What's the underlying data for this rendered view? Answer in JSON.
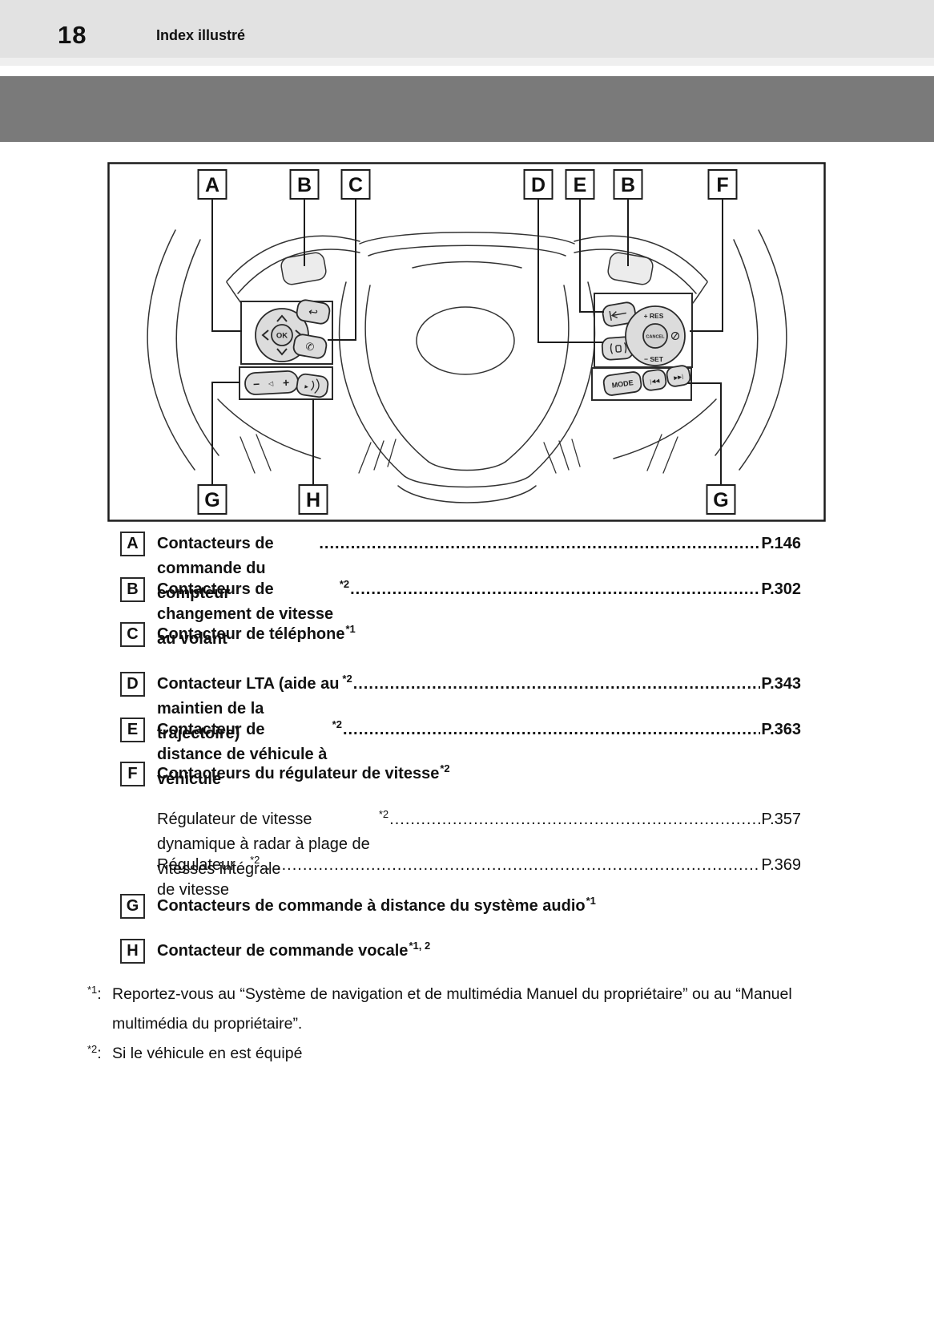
{
  "header": {
    "page_number": "18",
    "title": "Index illustré"
  },
  "diagram": {
    "callouts_top": [
      "A",
      "B",
      "C",
      "D",
      "E",
      "B",
      "F"
    ],
    "callouts_bottom": [
      "G",
      "H",
      "G"
    ],
    "buttons": {
      "ok": "OK",
      "res": "+ RES",
      "cancel": "CANCEL",
      "set": "− SET",
      "mode": "MODE",
      "minus": "−",
      "plus": "+",
      "seek_back": "|◀◀",
      "seek_forward": "▶▶|"
    },
    "icons": {
      "back": "↩",
      "phone": "✆",
      "speaker": "◁",
      "voice_arrow": "▸"
    }
  },
  "index_items": [
    {
      "letter": "A",
      "label": "Contacteurs de commande du compteur ",
      "sup": "",
      "page": "P.146"
    },
    {
      "letter": "B",
      "label": "Contacteurs de changement de vitesse au volant",
      "sup": "*2",
      "page": "P.302"
    },
    {
      "letter": "C",
      "label": "Contacteur de téléphone",
      "sup": "*1",
      "page": ""
    },
    {
      "letter": "D",
      "label": "Contacteur LTA (aide au maintien de la trajectoire)",
      "sup": "*2",
      "page": "P.343"
    },
    {
      "letter": "E",
      "label": "Contacteur de distance de véhicule à véhicule",
      "sup": "*2",
      "page": "P.363"
    },
    {
      "letter": "F",
      "label": "Contacteurs du régulateur de vitesse",
      "sup": "*2",
      "page": ""
    },
    {
      "letter": "G",
      "label": "Contacteurs de commande à distance du système audio",
      "sup": "*1",
      "page": ""
    },
    {
      "letter": "H",
      "label": "Contacteur de commande vocale",
      "sup": "*1, 2",
      "page": ""
    }
  ],
  "sub_items": [
    {
      "label": "Régulateur de vitesse dynamique à radar à plage de vitesses intégrale",
      "sup": "*2",
      "page": "P.357"
    },
    {
      "label": "Régulateur de vitesse",
      "sup": "*2",
      "page": "P.369"
    }
  ],
  "footnotes": [
    {
      "marker": "*1",
      "sep": ":",
      "text": "Reportez-vous au “Système de navigation et de multimédia Manuel du propriétaire” ou au “Manuel multimédia du propriétaire”."
    },
    {
      "marker": "*2",
      "sep": ":",
      "text": "Si le véhicule en est équipé"
    }
  ]
}
